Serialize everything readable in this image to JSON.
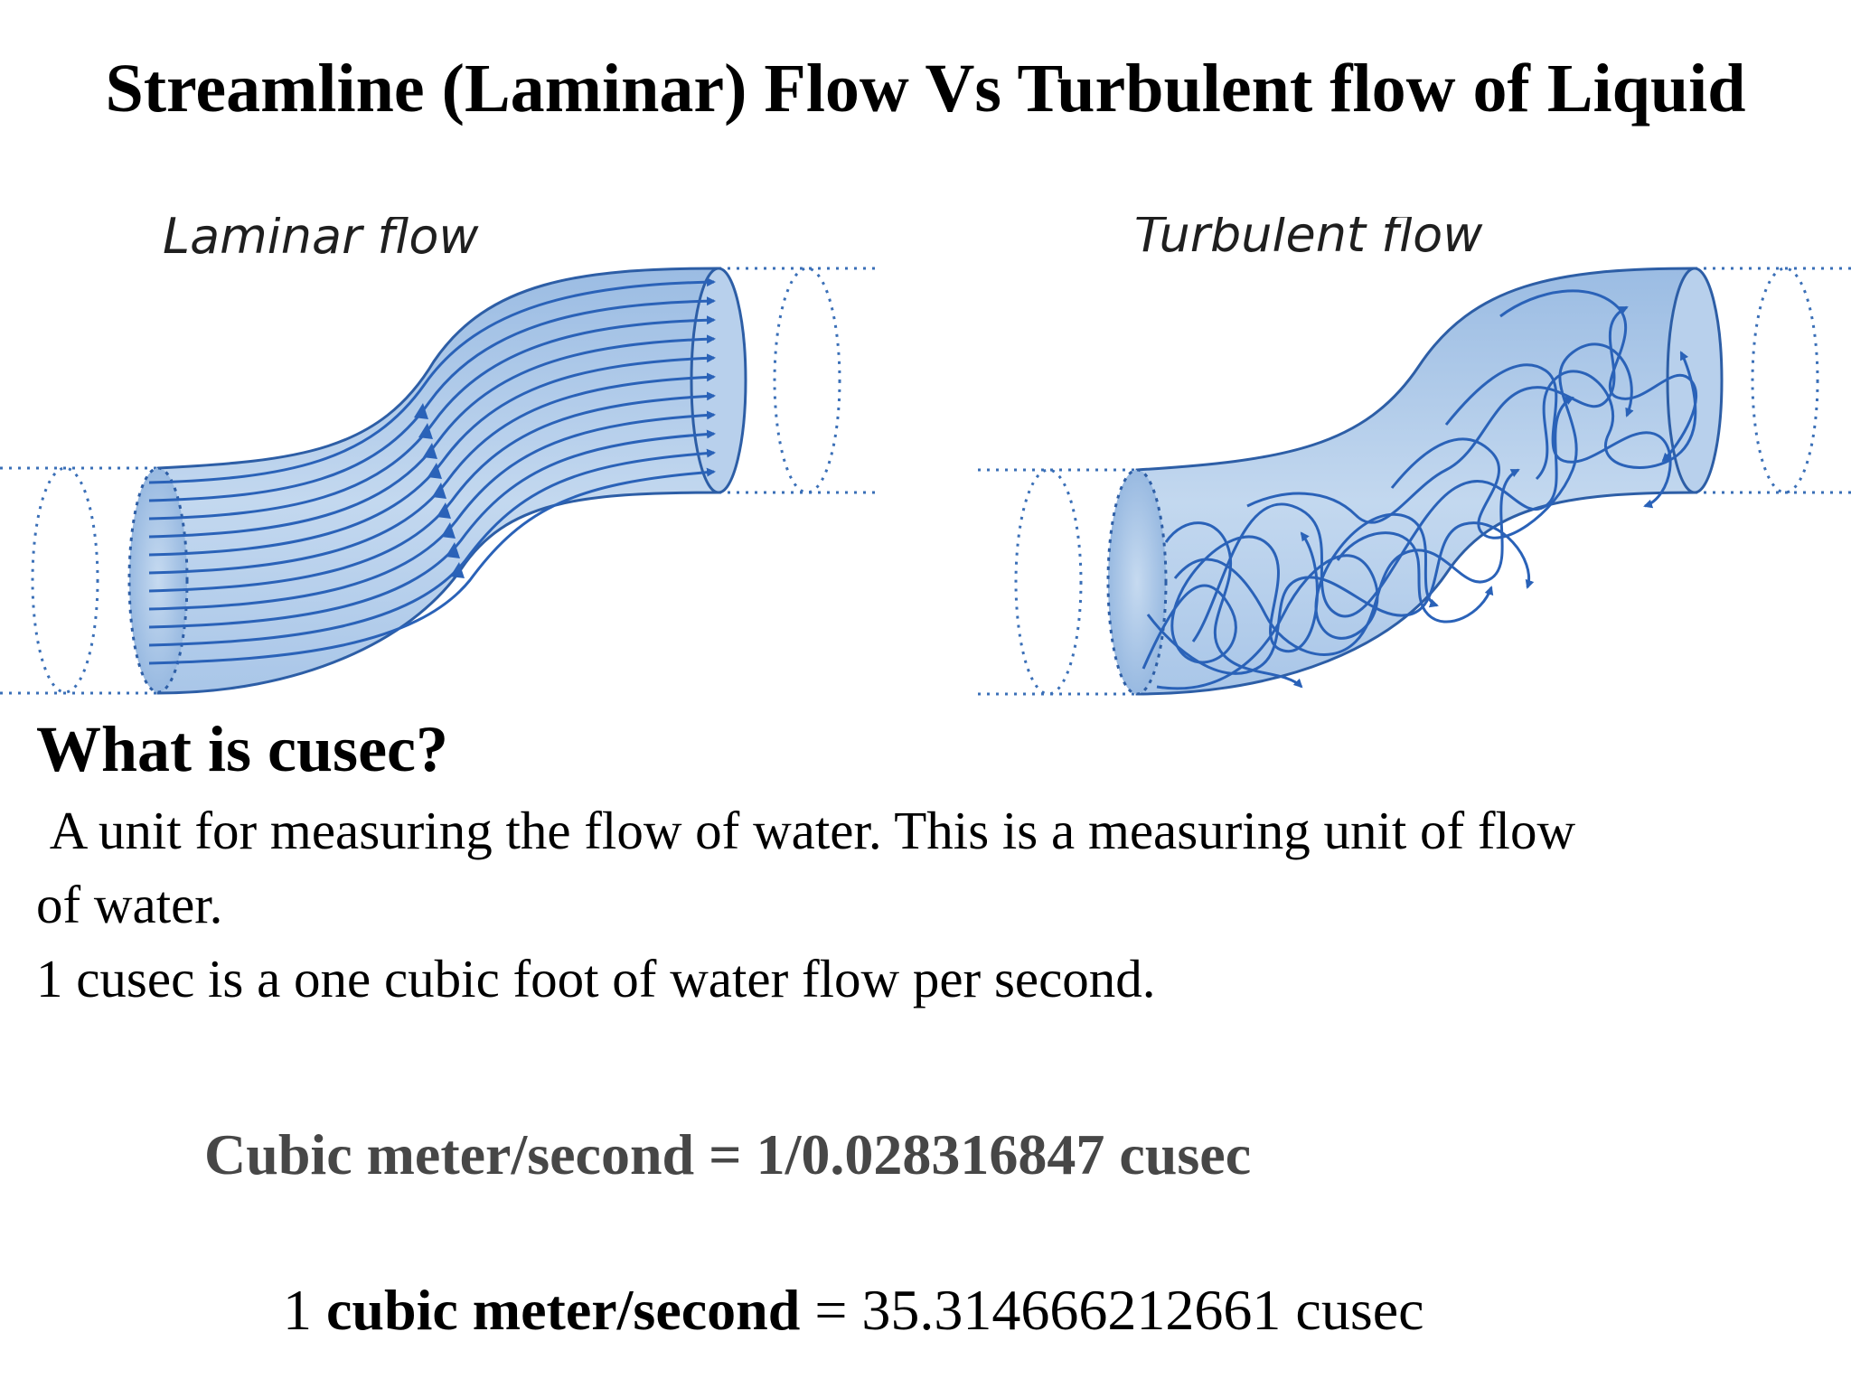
{
  "title": "Streamline (Laminar) Flow Vs Turbulent flow of Liquid",
  "diagram": {
    "laminar_label": "Laminar flow",
    "turbulent_label": "Turbulent flow",
    "pipe_fill_color": "#a9c6e8",
    "stream_color": "#2a62b8"
  },
  "heading": "What is cusec?",
  "paragraph": {
    "line1": " A unit for measuring the flow of water. This is a measuring unit of flow",
    "line2": "of water.",
    "line3": "1 cusec is a one cubic foot of water flow per second."
  },
  "formula1": "Cubic meter/second = 1/0.028316847 cusec",
  "formula2": {
    "lead": "1 ",
    "bold_part": "cubic meter/second",
    "rest": " = 35.314666212661 cusec"
  }
}
